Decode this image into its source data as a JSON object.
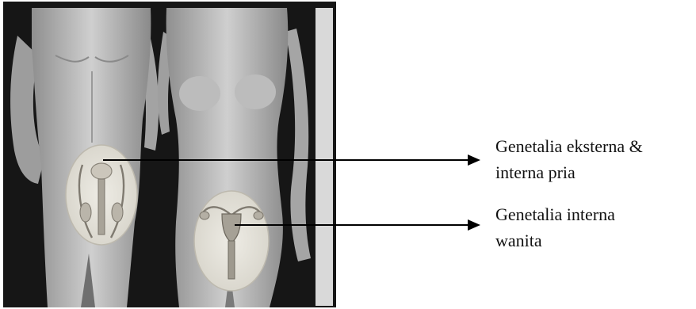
{
  "labels": {
    "male": {
      "line1": "Genetalia eksterna &",
      "line2": "interna pria"
    },
    "female": {
      "line1": "Genetalia interna",
      "line2": "wanita"
    }
  },
  "colors": {
    "photo_background": "#161616",
    "skin_light": "#c9c9c9",
    "skin_mid": "#a7a7a7",
    "inset_oval": "#e3e1d8",
    "organ": "#b8b3a8",
    "arrow": "#000000",
    "text": "#111111"
  }
}
